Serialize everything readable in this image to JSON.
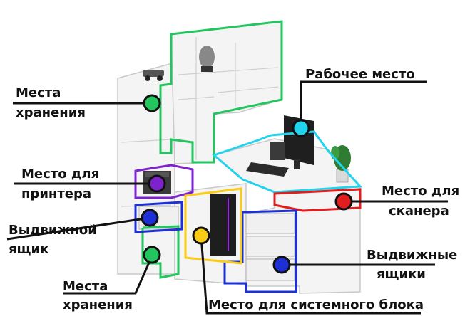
{
  "labels": {
    "storage_top_line1": "Места",
    "storage_top_line2": "хранения",
    "workplace": "Рабочее место",
    "printer_line1": "Место для",
    "printer_line2": "принтера",
    "scanner_line1": "Место для",
    "scanner_line2": "сканера",
    "drawer_left_line1": "Выдвижной",
    "drawer_left_line2": "ящик",
    "drawers_right_line1": "Выдвижные",
    "drawers_right_line2": "ящики",
    "storage_bottom_line1": "Места",
    "storage_bottom_line2": "хранения",
    "system_unit": "Место для системного блока"
  },
  "colors": {
    "storage": "#22c55e",
    "workplace": "#22d3ee",
    "printer": "#7e22ce",
    "scanner": "#e11d1d",
    "drawer": "#1d2fd6",
    "system_unit": "#facc15",
    "leader": "#111111"
  }
}
